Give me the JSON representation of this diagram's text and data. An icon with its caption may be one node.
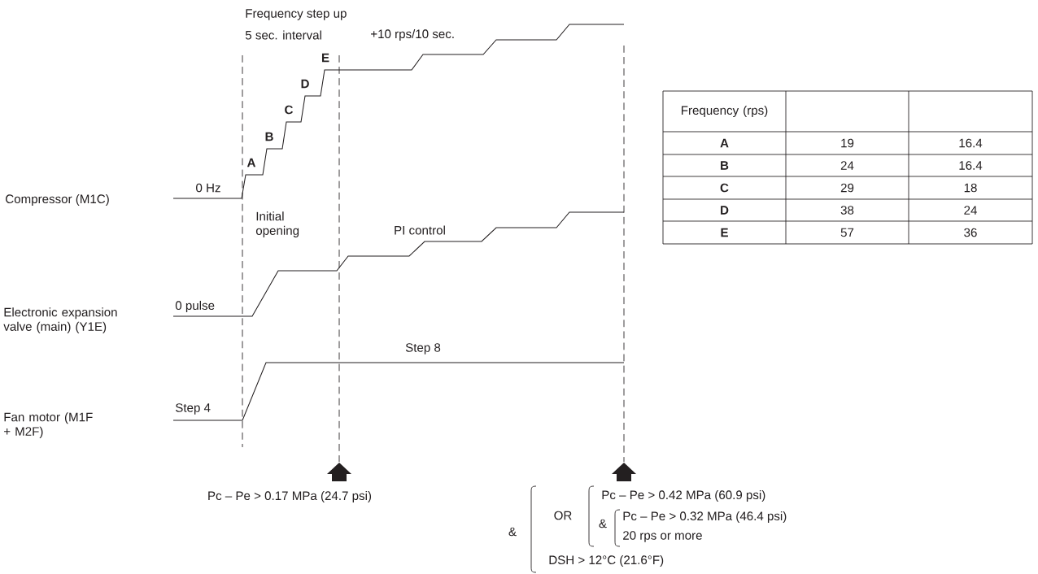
{
  "diagram": {
    "labels": [
      "Frequency step up",
      "5 sec. interval",
      "+10 rps/10 sec.",
      "E",
      "D",
      "C",
      "B",
      "A",
      "0 Hz",
      "Compressor (M1C)",
      "PI control",
      "Initial opening",
      "0 pulse",
      "Electronic expansion valve (main) (Y1E)",
      "Step 8",
      "Step 4",
      "Fan motor (M1F + M2F)",
      "Pc – Pe > 0.17 MPa (24.7 psi)",
      "Pc – Pe > 0.42 MPa (60.9 psi)",
      "OR",
      "&",
      "Pc – Pe > 0.32 MPa (46.4 psi)",
      "&",
      "20 rps or more",
      "DSH > 12°C (21.6°F)",
      "Frequency (rps)",
      "A",
      "19",
      "16.4",
      "B",
      "24",
      "16.4",
      "C",
      "29",
      "18",
      "D",
      "38",
      "24",
      "E",
      "57",
      "36"
    ]
  }
}
